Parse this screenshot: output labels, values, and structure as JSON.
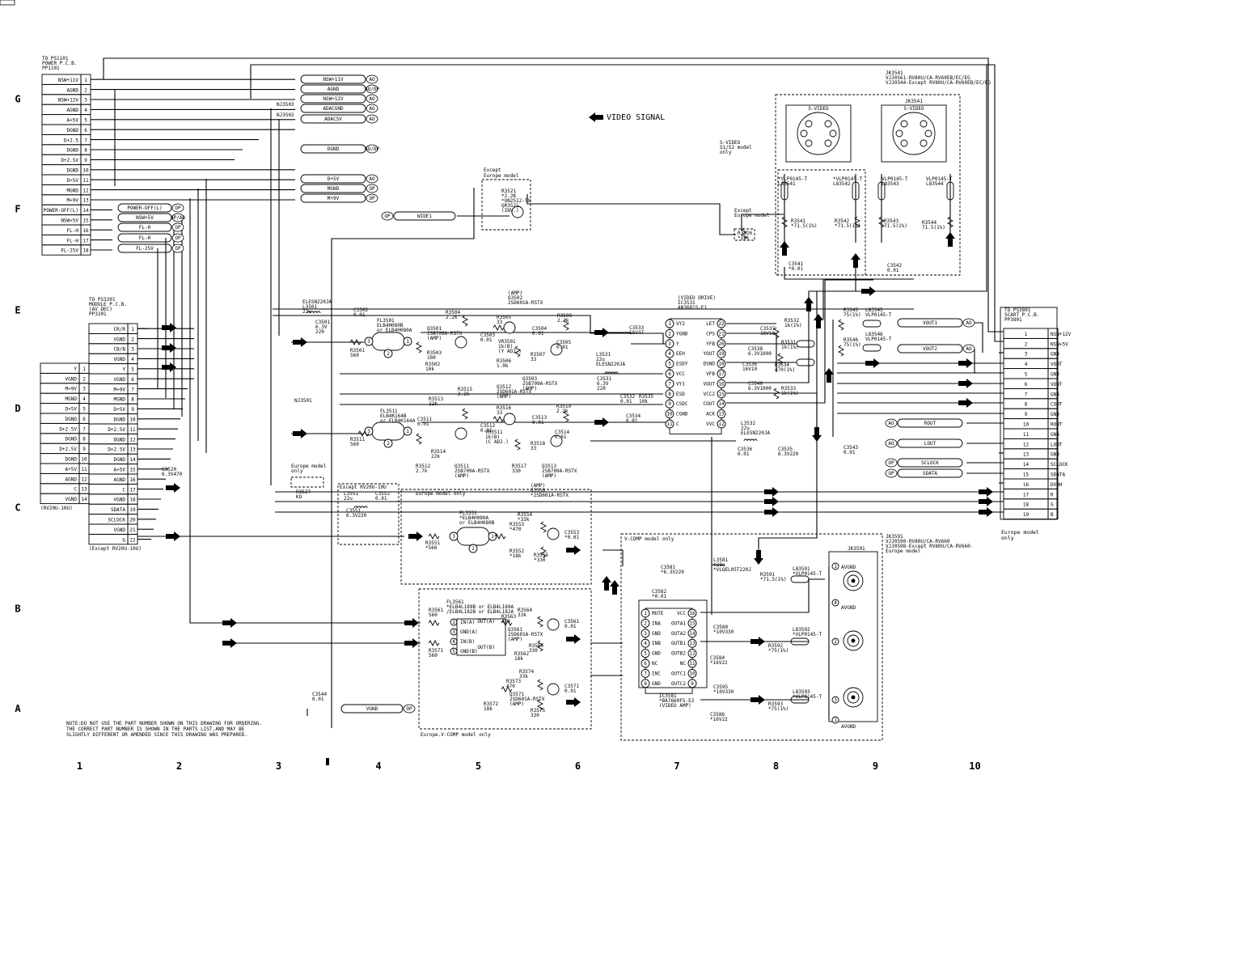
{
  "rows": [
    "G",
    "F",
    "E",
    "D",
    "C",
    "B",
    "A"
  ],
  "cols": [
    "1",
    "2",
    "3",
    "4",
    "5",
    "6",
    "7",
    "8",
    "9",
    "10"
  ],
  "title_signal": "VIDEO SIGNAL",
  "note": [
    "NOTE:DO NOT USE THE PART NUMBER SHOWN ON THIS DRAWING FOR ORDERING.",
    "THE CORRECT PART NUMBER IS SHOWN IN THE PARTS LIST,AND MAY BE",
    "SLIGHTLY DIFFERENT OR AMENDED SINCE THIS DRAWING WAS PREPARED."
  ],
  "power": {
    "header": [
      "TO PS1101",
      "POWER P.C.B.",
      "PP1101"
    ],
    "pins": [
      {
        "n": "1",
        "label": "NSW+11V"
      },
      {
        "n": "2",
        "label": "AGND"
      },
      {
        "n": "3",
        "label": "NSW+12V"
      },
      {
        "n": "4",
        "label": "AGND"
      },
      {
        "n": "5",
        "label": "A+5V"
      },
      {
        "n": "6",
        "label": "DGND"
      },
      {
        "n": "7",
        "label": "D+2.5"
      },
      {
        "n": "8",
        "label": "DGND"
      },
      {
        "n": "9",
        "label": "D+2.5V"
      },
      {
        "n": "10",
        "label": "DGND"
      },
      {
        "n": "11",
        "label": "D+5V"
      },
      {
        "n": "12",
        "label": "MGND"
      },
      {
        "n": "13",
        "label": "M+9V"
      },
      {
        "n": "14",
        "label": "POWER-OFF(L)"
      },
      {
        "n": "15",
        "label": "NSW+5V"
      },
      {
        "n": "16",
        "label": "FL-H"
      },
      {
        "n": "17",
        "label": "FL-H"
      },
      {
        "n": "18",
        "label": "FL-25V"
      }
    ]
  },
  "power_out": [
    {
      "label": "NSW+11V",
      "tag": "AO"
    },
    {
      "label": "AGND",
      "tag": "AO/OP"
    },
    {
      "label": "NSW+12V",
      "tag": "AO"
    },
    {
      "label": "ADACGND",
      "tag": "AO"
    },
    {
      "label": "ADAC5V",
      "tag": "AO"
    },
    {
      "label": "DGND",
      "tag": "AO/OP"
    },
    {
      "label": "D+5V",
      "tag": "AO"
    },
    {
      "label": "MGND",
      "tag": "OP"
    },
    {
      "label": "M+9V",
      "tag": "OP"
    },
    {
      "label": "POWER-OFF(L)",
      "tag": "OP"
    },
    {
      "label": "NSW+5V",
      "tag": "OP/AO"
    },
    {
      "label": "FL-H",
      "tag": "OP"
    },
    {
      "label": "FL-H",
      "tag": "OP"
    },
    {
      "label": "FL-25V",
      "tag": "OP"
    }
  ],
  "nj": [
    "NJ3503",
    "NJ3502",
    "NJ3501"
  ],
  "module": {
    "header": [
      "TO PS3201",
      "MODULE P.C.B.",
      "(AV DEC)",
      "PP3201"
    ],
    "pins": [
      {
        "n": "1",
        "label": "CR/R"
      },
      {
        "n": "2",
        "label": "VGND"
      },
      {
        "n": "3",
        "label": "CB/B"
      },
      {
        "n": "4",
        "label": "VGND"
      },
      {
        "n": "5",
        "label": "Y"
      },
      {
        "n": "6",
        "label": "VGND"
      },
      {
        "n": "7",
        "label": "M+9V"
      },
      {
        "n": "8",
        "label": "MGND"
      },
      {
        "n": "9",
        "label": "D+5V"
      },
      {
        "n": "10",
        "label": "DGND"
      },
      {
        "n": "11",
        "label": "D+2.5V"
      },
      {
        "n": "12",
        "label": "DGND"
      },
      {
        "n": "13",
        "label": "D+2.5V"
      },
      {
        "n": "14",
        "label": "DGND"
      },
      {
        "n": "15",
        "label": "A+5V"
      },
      {
        "n": "16",
        "label": "AGND"
      },
      {
        "n": "17",
        "label": "C"
      },
      {
        "n": "18",
        "label": "VGND"
      },
      {
        "n": "19",
        "label": "SDATA"
      },
      {
        "n": "20",
        "label": "SCLOCK"
      },
      {
        "n": "21",
        "label": "VGND"
      },
      {
        "n": "22",
        "label": "G"
      }
    ],
    "footer": "(Except RV20U-10U)"
  },
  "rv20": {
    "pins": [
      {
        "n": "1",
        "label": "Y"
      },
      {
        "n": "2",
        "label": "VGND"
      },
      {
        "n": "3",
        "label": "M+9V"
      },
      {
        "n": "4",
        "label": "MGND"
      },
      {
        "n": "5",
        "label": "D+5V"
      },
      {
        "n": "6",
        "label": "DGND"
      },
      {
        "n": "7",
        "label": "D+2.5V"
      },
      {
        "n": "8",
        "label": "DGND"
      },
      {
        "n": "9",
        "label": "D+2.5V"
      },
      {
        "n": "10",
        "label": "DGND"
      },
      {
        "n": "11",
        "label": "A+5V"
      },
      {
        "n": "12",
        "label": "AGND"
      },
      {
        "n": "13",
        "label": "C"
      },
      {
        "n": "14",
        "label": "VGND"
      }
    ],
    "footer": "(RV20U-10U)"
  },
  "scart": {
    "header": [
      "TO PS3801",
      "SCART P.C.B.",
      "PP3801"
    ],
    "pins": [
      {
        "n": "1",
        "label": "NSW+12V"
      },
      {
        "n": "2",
        "label": "NSW+5V"
      },
      {
        "n": "3",
        "label": "GND"
      },
      {
        "n": "4",
        "label": "VOUT"
      },
      {
        "n": "5",
        "label": "GND"
      },
      {
        "n": "6",
        "label": "VOUT"
      },
      {
        "n": "7",
        "label": "GND"
      },
      {
        "n": "8",
        "label": "COUT"
      },
      {
        "n": "9",
        "label": "GND"
      },
      {
        "n": "10",
        "label": "ROUT"
      },
      {
        "n": "11",
        "label": "GND"
      },
      {
        "n": "12",
        "label": "LOUT"
      },
      {
        "n": "13",
        "label": "GND"
      },
      {
        "n": "14",
        "label": "SCLOCK"
      },
      {
        "n": "15",
        "label": "SDATA"
      },
      {
        "n": "16",
        "label": "DVDH"
      },
      {
        "n": "17",
        "label": "R"
      },
      {
        "n": "18",
        "label": "G"
      },
      {
        "n": "19",
        "label": "B"
      }
    ],
    "footer": [
      "Europe model",
      "only"
    ]
  },
  "scart_in": [
    {
      "label": "VOUT1",
      "tag": "AO"
    },
    {
      "label": "VOUT2",
      "tag": "AO"
    },
    {
      "label": "ROUT",
      "tag": "AO"
    },
    {
      "label": "LOUT",
      "tag": "AO"
    },
    {
      "label": "SCLOCK",
      "tag": "OP"
    },
    {
      "label": "SDATA",
      "tag": "OP"
    }
  ],
  "wide": {
    "tag": "OP",
    "label": "WIDE1"
  },
  "vgnd_bottom": {
    "tag": "OP",
    "label": "VGND"
  },
  "except_europe": [
    "Except",
    "Europe model"
  ],
  "q3521": [
    "R3521",
    "*2.2K",
    "*UN2512-TX",
    "QR3521",
    "(INV.)"
  ],
  "ic3531": {
    "title": "(VIDEO DRIVE)",
    "ref": "IC3531",
    "part": "AN3681S-E1",
    "left": [
      {
        "n": "1",
        "label": "VY2"
      },
      {
        "n": "2",
        "label": "YGND"
      },
      {
        "n": "3",
        "label": "Y"
      },
      {
        "n": "4",
        "label": "EEH"
      },
      {
        "n": "5",
        "label": "ESDY"
      },
      {
        "n": "6",
        "label": "VCC"
      },
      {
        "n": "7",
        "label": "VY1"
      },
      {
        "n": "8",
        "label": "ESD"
      },
      {
        "n": "9",
        "label": "CSDC"
      },
      {
        "n": "10",
        "label": "CGND"
      },
      {
        "n": "11",
        "label": "C"
      }
    ],
    "right": [
      {
        "n": "22",
        "label": "LET"
      },
      {
        "n": "21",
        "label": "CPS"
      },
      {
        "n": "20",
        "label": "YFB"
      },
      {
        "n": "19",
        "label": "YOUT"
      },
      {
        "n": "18",
        "label": "DSND"
      },
      {
        "n": "17",
        "label": "VFB"
      },
      {
        "n": "16",
        "label": "VOUT"
      },
      {
        "n": "15",
        "label": "VCC2"
      },
      {
        "n": "14",
        "label": "COUT"
      },
      {
        "n": "13",
        "label": "ACK"
      },
      {
        "n": "12",
        "label": "VVC"
      }
    ]
  },
  "ic3581": {
    "ref": "IC3581",
    "part": "*BA7660FS-E2",
    "func": "(VIDEO AMP)",
    "left": [
      {
        "n": "1",
        "label": "MUTE"
      },
      {
        "n": "2",
        "label": "INA"
      },
      {
        "n": "3",
        "label": "GND"
      },
      {
        "n": "4",
        "label": "INB"
      },
      {
        "n": "5",
        "label": "GND"
      },
      {
        "n": "6",
        "label": "NC"
      },
      {
        "n": "7",
        "label": "INC"
      },
      {
        "n": "8",
        "label": "GND"
      }
    ],
    "right": [
      {
        "n": "16",
        "label": "VCC"
      },
      {
        "n": "15",
        "label": "OUTA1"
      },
      {
        "n": "14",
        "label": "OUTA2"
      },
      {
        "n": "13",
        "label": "OUTB1"
      },
      {
        "n": "12",
        "label": "OUTB2"
      },
      {
        "n": "11",
        "label": "NC"
      },
      {
        "n": "10",
        "label": "OUTC1"
      },
      {
        "n": "9",
        "label": "OUTC2"
      }
    ]
  },
  "jk3541": {
    "header": [
      "JK3541",
      "VJJ0561-RV80U/CA-RV60EB/EC/EG",
      "VJJ0544-Except RV80U/CA-RV60EB/EC/EG"
    ],
    "conn": "S-VIDEO",
    "ref2": "JK3541",
    "note": [
      "S-VIDEO",
      "S1/S2 model",
      "only"
    ]
  },
  "jk3591": {
    "header": [
      "JK3591",
      "VJJ0590-RV80U/CA-RV660",
      "VJJ0598-Except RV80U/CA-RV660-",
      "Europe model"
    ],
    "ref": "JK3591",
    "pins": [
      "AVGND",
      "AVGND",
      "AVGND"
    ]
  },
  "region_labels": {
    "europe_only": "Europe model only",
    "vcomp_only": "V-COMP model only",
    "europe_vcomp": "Europe.V-COMP model only",
    "except_rv20": "Except RV20U-10U",
    "europe_only_r": [
      "Europe model",
      "only"
    ]
  },
  "parts": {
    "l3501": [
      "ELESN220JA",
      "L3501",
      "22u"
    ],
    "c3502": [
      "C3502",
      "0.01"
    ],
    "c3501": [
      "C3501",
      "6.3V",
      "220"
    ],
    "fl3501": [
      "FL3501",
      "ELB4H080B",
      "or ELB4H080A"
    ],
    "r3501": [
      "R3501",
      "560"
    ],
    "q3501": [
      "Q3501",
      "2SB709A-RSTX",
      "(AMP)"
    ],
    "r3503": [
      "R3503",
      "100"
    ],
    "r3502": [
      "R3502",
      "10k"
    ],
    "r3504": [
      "R3504",
      "2.2k"
    ],
    "q3502": [
      "(AMP)",
      "Q3502",
      "2SD601A-RSTX"
    ],
    "r3505": [
      "R3505",
      "33"
    ],
    "vr3501": [
      "VR3501",
      "1k(B)",
      "(Y ADJ.)"
    ],
    "r3506": [
      "R3506",
      "1.0k"
    ],
    "c3503": [
      "C3503",
      "0.01"
    ],
    "c3504": [
      "C3504",
      "0.01"
    ],
    "r3507": [
      "R3507",
      "33"
    ],
    "r3508": [
      "R3508",
      "2.2k"
    ],
    "c3505": [
      "C3505",
      "0.01"
    ],
    "q3503": [
      "Q3503",
      "2SB709A-RSTX",
      "(AMP)"
    ],
    "c3533": [
      "C3533",
      "16V47"
    ],
    "l3531": [
      "L3531",
      "22u",
      "ELESN220JA"
    ],
    "c3531": [
      "C3531",
      "6.3V",
      "220"
    ],
    "c3532": [
      "C3532",
      "0.01"
    ],
    "r3535": [
      "R3535",
      "10k"
    ],
    "c3534": [
      "C3534",
      "0.01"
    ],
    "c3537": [
      "C3537",
      "16V10"
    ],
    "r3532": [
      "R3532",
      "1k(1%)"
    ],
    "c3538": [
      "C3538",
      "6.3V1000"
    ],
    "r3531": [
      "R3531",
      "1k(1%)"
    ],
    "c3536b": [
      "C3536",
      "16V10"
    ],
    "r3534": [
      "R3534",
      "470(1%)"
    ],
    "c3540": [
      "C3540",
      "6.3V1000"
    ],
    "r3533": [
      "R3533",
      "1k(1%)"
    ],
    "l3532": [
      "L3532",
      "22u",
      "ELESN220JA"
    ],
    "c3536": [
      "C3536",
      "0.01"
    ],
    "c3535": [
      "C3535",
      "6.3V220"
    ],
    "fl3511": [
      "FL3511",
      "ELB4K164B",
      "or ELB4K164A"
    ],
    "r3511": [
      "R3511",
      "560"
    ],
    "c3511": [
      "C3511",
      "0.01"
    ],
    "r3513": [
      "R3513",
      "22k"
    ],
    "r3515": [
      "R3515",
      "2.2k"
    ],
    "q3512": [
      "Q3512",
      "2SD601A-RSTX",
      "(AMP)"
    ],
    "r3516": [
      "R3516",
      "33"
    ],
    "c3512": [
      "C3512",
      "0.01"
    ],
    "vr3511": [
      "VR3511",
      "1k(B)",
      "(C ADJ.)"
    ],
    "c3513": [
      "C3513",
      "0.01"
    ],
    "r3518": [
      "R3518",
      "33"
    ],
    "r3519": [
      "R3519",
      "2.2k"
    ],
    "c3514": [
      "C3514",
      "0.01"
    ],
    "r3514": [
      "R3514",
      "22k"
    ],
    "r3512": [
      "R3512",
      "2.7k"
    ],
    "q3511": [
      "Q3511",
      "2SB709A-RSTX",
      "(AMP)"
    ],
    "r3517": [
      "R3517",
      "330"
    ],
    "q3513": [
      "Q3513",
      "2SB709A-RSTX",
      "(AMP)"
    ],
    "c3520": [
      "C3520",
      "6.3V470"
    ],
    "r3527": [
      "R3527",
      "KO"
    ],
    "europe_model": [
      "Europe model",
      "only"
    ],
    "l3551": [
      "L3551",
      "22u"
    ],
    "c3551": [
      "C3551",
      "6.3V220"
    ],
    "c3552": [
      "C3552",
      "0.01"
    ],
    "fl3551": [
      "FL3551",
      "*ELB4H080A",
      "or ELB4H080B"
    ],
    "r3551": [
      "R3551",
      "*560"
    ],
    "r3554": [
      "R3554",
      "*33k"
    ],
    "r3553": [
      "R3553",
      "*470"
    ],
    "r3552": [
      "R3552",
      "*18k"
    ],
    "r3555": [
      "R3555",
      "*330"
    ],
    "q3550": [
      "(AMP)",
      "Q3550",
      "*2SD601A-RSTX"
    ],
    "c3553": [
      "C3553",
      "*0.01"
    ],
    "fl3561": [
      "FL3561",
      "*ELB4L189B or ELB4L189A",
      "/ELB4L182B or ELB4L182A"
    ],
    "r3561": [
      "R3561",
      "560"
    ],
    "r3571": [
      "R3571",
      "560"
    ],
    "r3563": [
      "R3563",
      "470"
    ],
    "r3564": [
      "R3564",
      "33k"
    ],
    "q3561": [
      "Q3561",
      "2SD601A-RSTX",
      "(AMP)"
    ],
    "r3562": [
      "R3562",
      "18k"
    ],
    "r3565": [
      "R3565",
      "330"
    ],
    "c3561": [
      "C3561",
      "0.01"
    ],
    "r3574": [
      "R3574",
      "33k"
    ],
    "r3573": [
      "R3573",
      "470"
    ],
    "r3572": [
      "R3572",
      "18k"
    ],
    "q3571": [
      "Q3571",
      "2SD601A-RSTX",
      "(AMP)"
    ],
    "r3575": [
      "R3575",
      "330"
    ],
    "c3571": [
      "C3571",
      "0.01"
    ],
    "c3544": [
      "C3544",
      "0.01"
    ],
    "c3581": [
      "C3581",
      "*6.3V220"
    ],
    "l3581": [
      "L3581",
      "*33u",
      "*VLQEL05T220J"
    ],
    "c3582": [
      "C3582",
      "*0.01"
    ],
    "c3580": [
      "C3580",
      "*10V330"
    ],
    "c3584": [
      "C3584",
      "*16V22"
    ],
    "c3595": [
      "C3595",
      "*10V330"
    ],
    "c3586": [
      "C3586",
      "*16V22"
    ],
    "r3591": [
      "R3591",
      "*71.5(1%)"
    ],
    "l3591": [
      "L83591",
      "*VLP0145-T"
    ],
    "r3592": [
      "R3592",
      "*75(1%)"
    ],
    "l3592": [
      "L83592",
      "*VLP0145-T"
    ],
    "r3593": [
      "R3593",
      "*75(1%)"
    ],
    "l3593": [
      "L83593",
      "*VLP0145-T"
    ],
    "l3541": [
      "*VLP0145-T",
      "L83541"
    ],
    "l3542": [
      "*VLP0145-T",
      "L83542"
    ],
    "l3543": [
      "VLP0145-T",
      "L83543"
    ],
    "l3544": [
      "VLP0145-T",
      "L83544"
    ],
    "r3541": [
      "R3541",
      "*71.5(1%)"
    ],
    "r3542": [
      "R3542",
      "*71.5(1%)"
    ],
    "r3543": [
      "R3543",
      "71.5(1%)"
    ],
    "r3544": [
      "R3544",
      "71.5(1%)"
    ],
    "c3541": [
      "C3541",
      "*0.01"
    ],
    "c3542": [
      "C3542",
      "0.01"
    ],
    "r3526": [
      "R3526",
      "*10k"
    ],
    "r3545": [
      "R3545",
      "75(1%)"
    ],
    "l3545": [
      "L83545",
      "VLP0145-T"
    ],
    "r3546": [
      "R3546",
      "75(1%)"
    ],
    "l3546": [
      "L83546",
      "VLP0145-T"
    ],
    "c3543": [
      "C3543",
      "0.01"
    ],
    "except_europe2": [
      "Except",
      "Europe model"
    ]
  }
}
